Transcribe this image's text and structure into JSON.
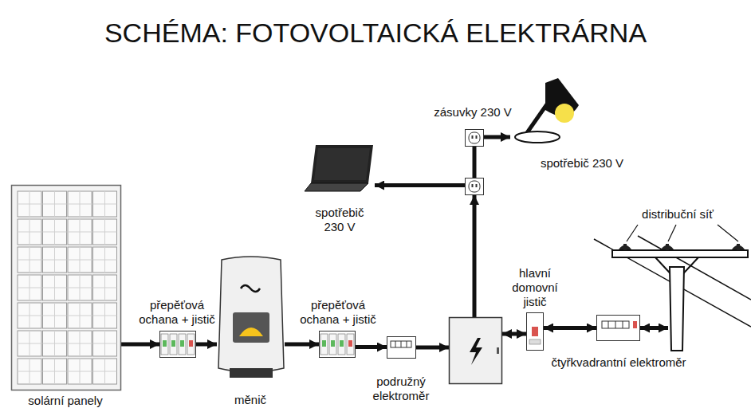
{
  "diagram": {
    "title": "SCHÉMA: FOTOVOLTAICKÁ ELEKTRÁRNA",
    "nodes": [
      {
        "text": [
          "solární panely"
        ]
      },
      {
        "text": [
          "přepěťová ochana + jistič"
        ]
      },
      {
        "text": [
          "měnič"
        ]
      },
      {
        "text": [
          "přepěťová ochana + jistič"
        ]
      },
      {
        "text": [
          "podružný elektroměr"
        ]
      },
      {
        "text": []
      },
      {
        "text": []
      },
      {
        "text": [
          "zásuvky 230 V"
        ]
      },
      {
        "text": [
          "spotřebič 230 V"
        ]
      },
      {
        "text": [
          "spotřebič 230 V"
        ]
      },
      {
        "text": [
          "hlavní domovní jistič"
        ]
      },
      {
        "text": [
          "čtyřkvadrantní elektroměr"
        ]
      },
      {
        "text": [
          "distribuční síť"
        ]
      }
    ],
    "edges": [
      {
        "from": 0,
        "to": 1,
        "arrow": "to"
      },
      {
        "from": 1,
        "to": 2,
        "arrow": "to"
      },
      {
        "from": 2,
        "to": 3,
        "arrow": "to"
      },
      {
        "from": 3,
        "to": 4,
        "arrow": "to"
      },
      {
        "from": 4,
        "to": 5,
        "arrow": "to"
      },
      {
        "from": 5,
        "to": 6,
        "arrow": "to"
      },
      {
        "from": 6,
        "to": 7,
        "arrow": "none"
      },
      {
        "from": 7,
        "to": 9,
        "arrow": "to"
      },
      {
        "from": 6,
        "to": 8,
        "arrow": "to"
      },
      {
        "from": 5,
        "to": 10,
        "arrow": "both"
      },
      {
        "from": 10,
        "to": 11,
        "arrow": "both"
      },
      {
        "from": 11,
        "to": 12,
        "arrow": "both"
      }
    ]
  }
}
